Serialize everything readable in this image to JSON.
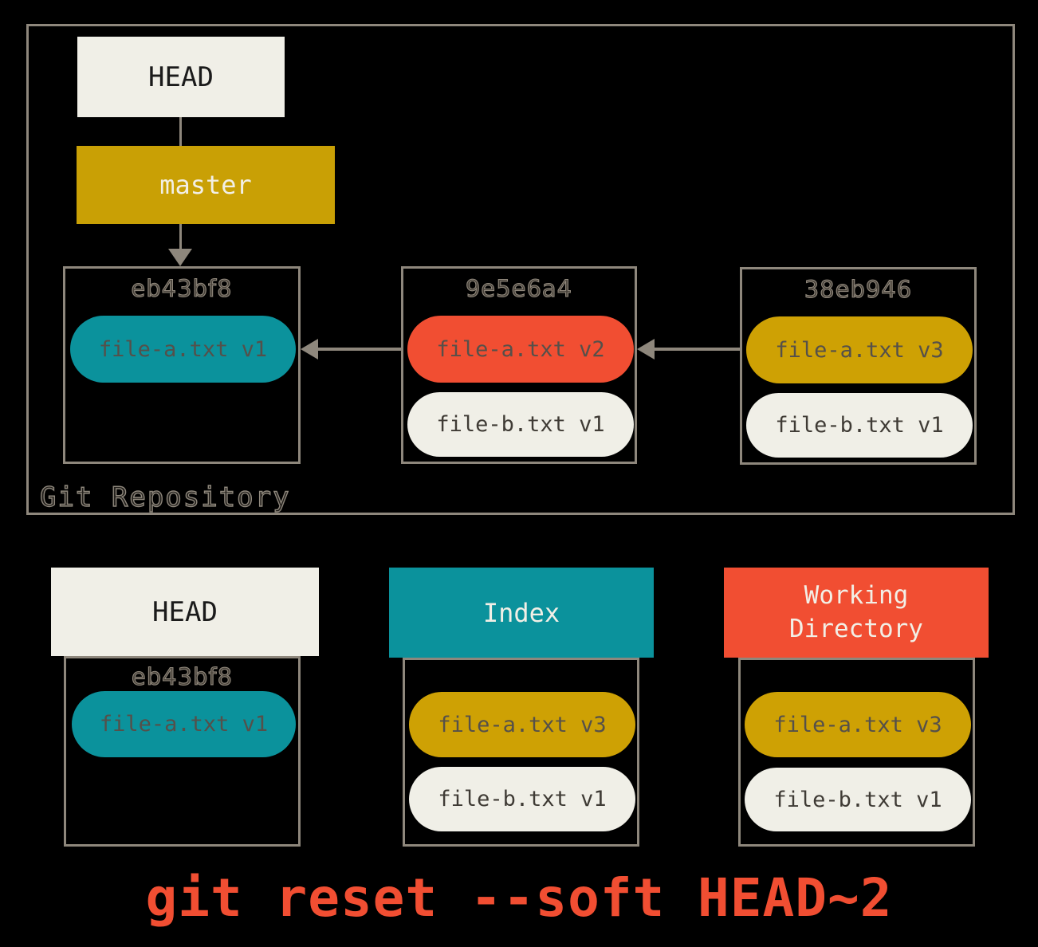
{
  "colors": {
    "background": "#000000",
    "border": "#8E877C",
    "cream": "#F0EFE7",
    "teal": "#0B929C",
    "gold_branch": "#C9A005",
    "gold_pill": "#CEA104",
    "red": "#F14E32",
    "caption": "#F14E32"
  },
  "repository": {
    "label": "Git Repository",
    "head": {
      "label": "HEAD"
    },
    "branch": {
      "label": "master"
    },
    "commits": [
      {
        "hash": "eb43bf8",
        "files": [
          {
            "label": "file-a.txt v1",
            "color": "teal"
          }
        ]
      },
      {
        "hash": "9e5e6a4",
        "files": [
          {
            "label": "file-a.txt v2",
            "color": "red"
          },
          {
            "label": "file-b.txt v1",
            "color": "cream"
          }
        ]
      },
      {
        "hash": "38eb946",
        "files": [
          {
            "label": "file-a.txt v3",
            "color": "gold"
          },
          {
            "label": "file-b.txt v1",
            "color": "cream"
          }
        ]
      }
    ]
  },
  "areas": [
    {
      "title": "HEAD",
      "header_color": "cream",
      "hash": "eb43bf8",
      "files": [
        {
          "label": "file-a.txt v1",
          "color": "teal"
        }
      ]
    },
    {
      "title": "Index",
      "header_color": "teal",
      "files": [
        {
          "label": "file-a.txt v3",
          "color": "gold"
        },
        {
          "label": "file-b.txt v1",
          "color": "cream"
        }
      ]
    },
    {
      "title": "Working Directory",
      "header_color": "red",
      "files": [
        {
          "label": "file-a.txt v3",
          "color": "gold"
        },
        {
          "label": "file-b.txt v1",
          "color": "cream"
        }
      ]
    }
  ],
  "caption": "git reset --soft HEAD~2"
}
